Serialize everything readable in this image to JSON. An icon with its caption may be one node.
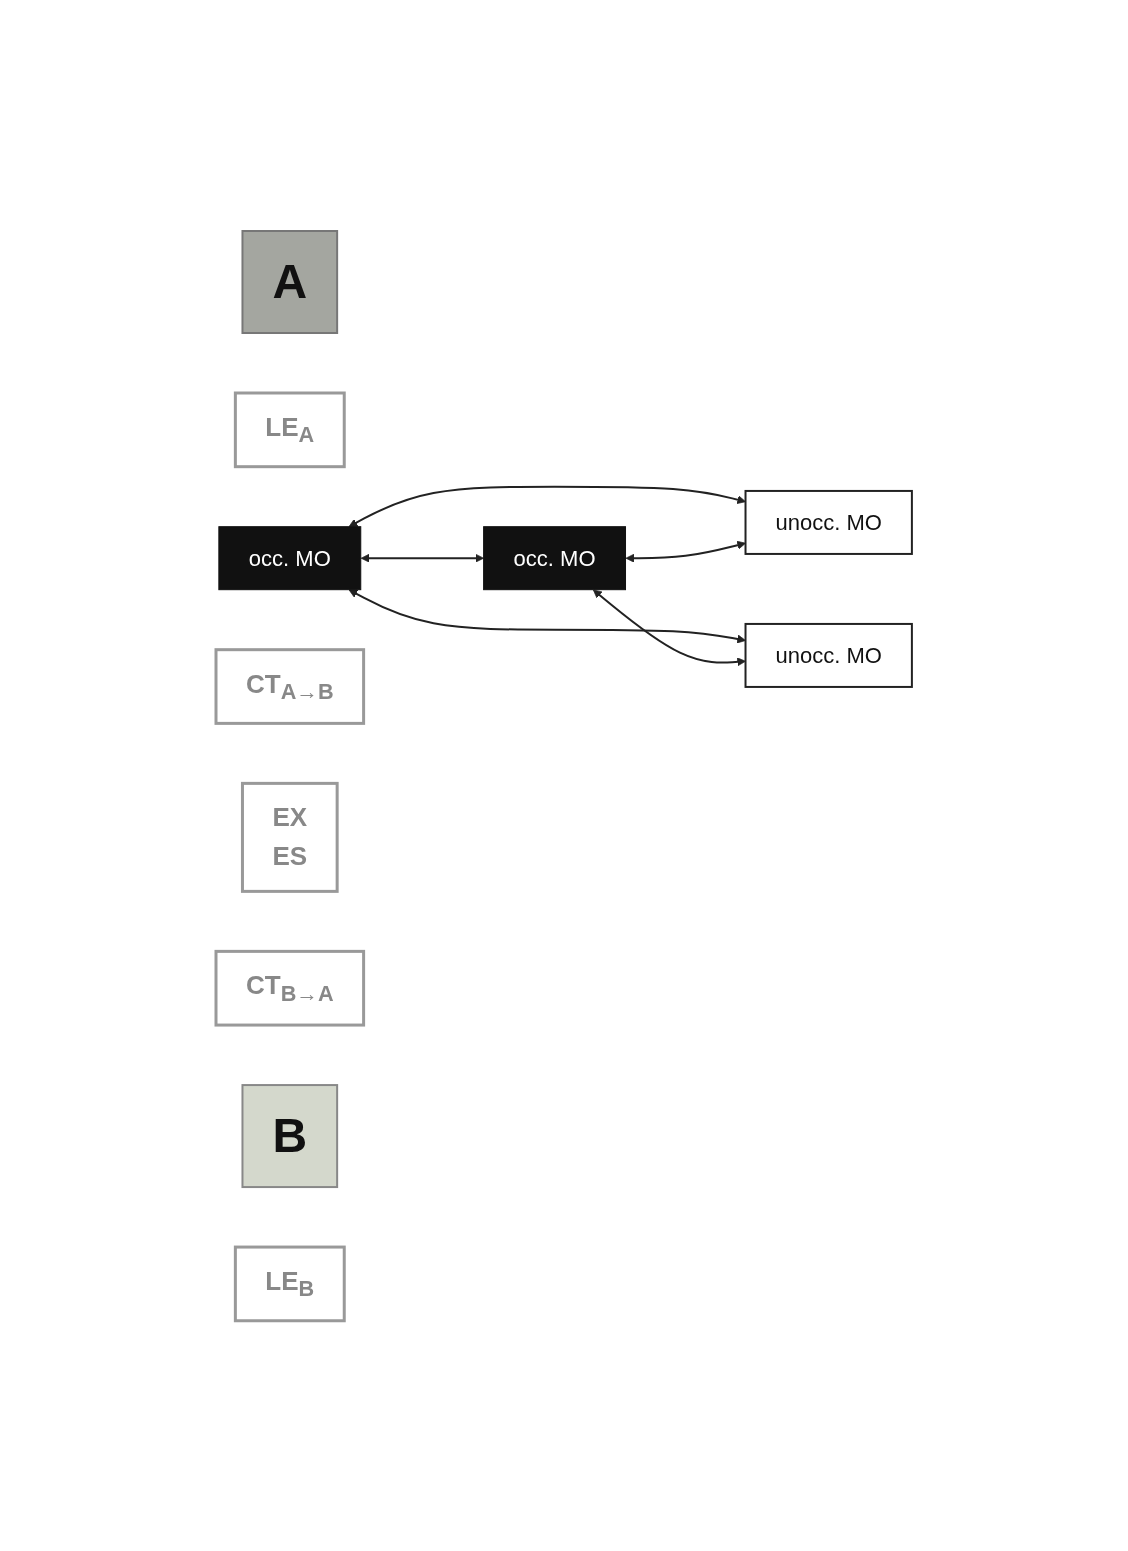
{
  "diagram": {
    "nodes": [
      {
        "text": [
          "A"
        ]
      },
      {
        "text": [
          "LE$_{A}$"
        ]
      },
      {
        "text": [
          "occ. MO"
        ]
      },
      {
        "text": [
          "unocc. MO"
        ]
      },
      {
        "text": [
          "CT$_{A→B}$"
        ]
      },
      {
        "text": [
          "EX",
          "ES"
        ]
      },
      {
        "text": [
          "CT$_{B→A}$"
        ]
      },
      {
        "text": [
          "B"
        ]
      },
      {
        "text": [
          "occ. MO"
        ]
      },
      {
        "text": [
          "unocc. MO"
        ]
      },
      {
        "text": [
          "LE$_{B}$"
        ]
      }
    ],
    "edges": [
      {
        "from": 2,
        "to": 3,
        "arrow": "both"
      },
      {
        "from": 2,
        "to": 9,
        "arrow": "both"
      },
      {
        "from": 8,
        "to": 3,
        "arrow": "both"
      },
      {
        "from": 2,
        "to": 8,
        "arrow": "both"
      },
      {
        "from": 8,
        "to": 9,
        "arrow": "both"
      }
    ]
  }
}
